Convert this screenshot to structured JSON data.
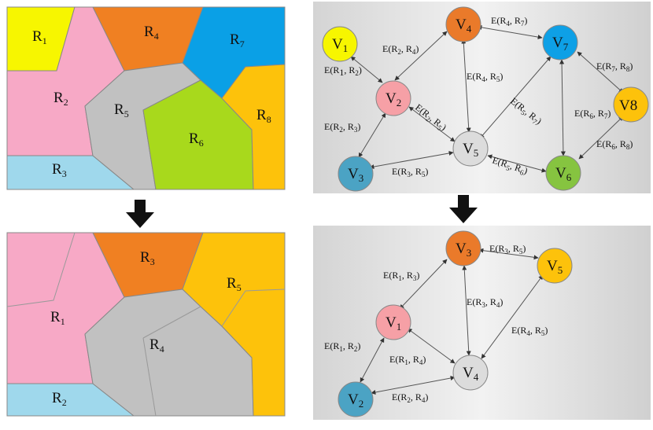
{
  "top_map": {
    "regions": [
      {
        "id": "R1",
        "base": "R",
        "sub": "1",
        "color": "#f7f600"
      },
      {
        "id": "R2",
        "base": "R",
        "sub": "2",
        "color": "#f7a9c6"
      },
      {
        "id": "R3",
        "base": "R",
        "sub": "3",
        "color": "#9fd8ec"
      },
      {
        "id": "R4",
        "base": "R",
        "sub": "4",
        "color": "#f08022"
      },
      {
        "id": "R5",
        "base": "R",
        "sub": "5",
        "color": "#c1c1c1"
      },
      {
        "id": "R6",
        "base": "R",
        "sub": "6",
        "color": "#a8d91c"
      },
      {
        "id": "R7",
        "base": "R",
        "sub": "7",
        "color": "#0aa0e6"
      },
      {
        "id": "R8",
        "base": "R",
        "sub": "8",
        "color": "#fdc20b"
      }
    ]
  },
  "bottom_map": {
    "regions": [
      {
        "id": "R1",
        "base": "R",
        "sub": "1",
        "color": "#f7a9c6"
      },
      {
        "id": "R2",
        "base": "R",
        "sub": "2",
        "color": "#9fd8ec"
      },
      {
        "id": "R3",
        "base": "R",
        "sub": "3",
        "color": "#f08022"
      },
      {
        "id": "R4",
        "base": "R",
        "sub": "4",
        "color": "#c1c1c1"
      },
      {
        "id": "R5",
        "base": "R",
        "sub": "5",
        "color": "#fdc20b"
      }
    ]
  },
  "top_graph": {
    "nodes": [
      {
        "id": "V1",
        "base": "V",
        "sub": "1",
        "color": "#f7f600"
      },
      {
        "id": "V2",
        "base": "V",
        "sub": "2",
        "color": "#f6a0a6"
      },
      {
        "id": "V3",
        "base": "V",
        "sub": "3",
        "color": "#4ba3c4"
      },
      {
        "id": "V4",
        "base": "V",
        "sub": "4",
        "color": "#ea7a2a"
      },
      {
        "id": "V5",
        "base": "V",
        "sub": "5",
        "color": "#dcdcdc"
      },
      {
        "id": "V6",
        "base": "V",
        "sub": "6",
        "color": "#86c440"
      },
      {
        "id": "V7",
        "base": "V",
        "sub": "7",
        "color": "#0ea0e6"
      },
      {
        "id": "V8",
        "base": "V8",
        "sub": "",
        "color": "#fdc20b"
      }
    ],
    "edges": [
      {
        "a": "E(R",
        "s1": "1",
        "m": ", R",
        "s2": "2",
        "z": ")"
      },
      {
        "a": "E(R",
        "s1": "2",
        "m": ", R",
        "s2": "4",
        "z": ")"
      },
      {
        "a": "E(R",
        "s1": "4",
        "m": ", R",
        "s2": "7",
        "z": ")"
      },
      {
        "a": "E(R",
        "s1": "4",
        "m": ", R",
        "s2": "5",
        "z": ")"
      },
      {
        "a": "E(R",
        "s1": "2",
        "m": ", R",
        "s2": "5",
        "z": ")"
      },
      {
        "a": "E(R",
        "s1": "2",
        "m": ", R",
        "s2": "3",
        "z": ")"
      },
      {
        "a": "E(R",
        "s1": "3",
        "m": ", R",
        "s2": "5",
        "z": ")"
      },
      {
        "a": "E(R",
        "s1": "5",
        "m": ", R",
        "s2": "7",
        "z": ")"
      },
      {
        "a": "E(R",
        "s1": "5",
        "m": ", R",
        "s2": "6",
        "z": ")"
      },
      {
        "a": "E(R",
        "s1": "6",
        "m": ", R",
        "s2": "7",
        "z": ")"
      },
      {
        "a": "E(R",
        "s1": "7",
        "m": ", R",
        "s2": "8",
        "z": ")"
      },
      {
        "a": "E(R",
        "s1": "6",
        "m": ", R",
        "s2": "8",
        "z": ")"
      }
    ]
  },
  "bottom_graph": {
    "nodes": [
      {
        "id": "V1",
        "base": "V",
        "sub": "1",
        "color": "#f6a0a6"
      },
      {
        "id": "V2",
        "base": "V",
        "sub": "2",
        "color": "#4ba3c4"
      },
      {
        "id": "V3",
        "base": "V",
        "sub": "3",
        "color": "#ea7a2a"
      },
      {
        "id": "V4",
        "base": "V",
        "sub": "4",
        "color": "#dcdcdc"
      },
      {
        "id": "V5",
        "base": "V",
        "sub": "5",
        "color": "#fdc20b"
      }
    ],
    "edges": [
      {
        "a": "E(R",
        "s1": "3",
        "m": ", R",
        "s2": "5",
        "z": ")"
      },
      {
        "a": "E(R",
        "s1": "1",
        "m": ", R",
        "s2": "3",
        "z": ")"
      },
      {
        "a": "E(R",
        "s1": "3",
        "m": ", R",
        "s2": "4",
        "z": ")"
      },
      {
        "a": "E(R",
        "s1": "4",
        "m": ", R",
        "s2": "5",
        "z": ")"
      },
      {
        "a": "E(R",
        "s1": "1",
        "m": ", R",
        "s2": "2",
        "z": ")"
      },
      {
        "a": "E(R",
        "s1": "1",
        "m": ", R",
        "s2": "4",
        "z": ")"
      },
      {
        "a": "E(R",
        "s1": "2",
        "m": ", R",
        "s2": "4",
        "z": ")"
      }
    ]
  },
  "arrows": {
    "color": "#111111"
  }
}
